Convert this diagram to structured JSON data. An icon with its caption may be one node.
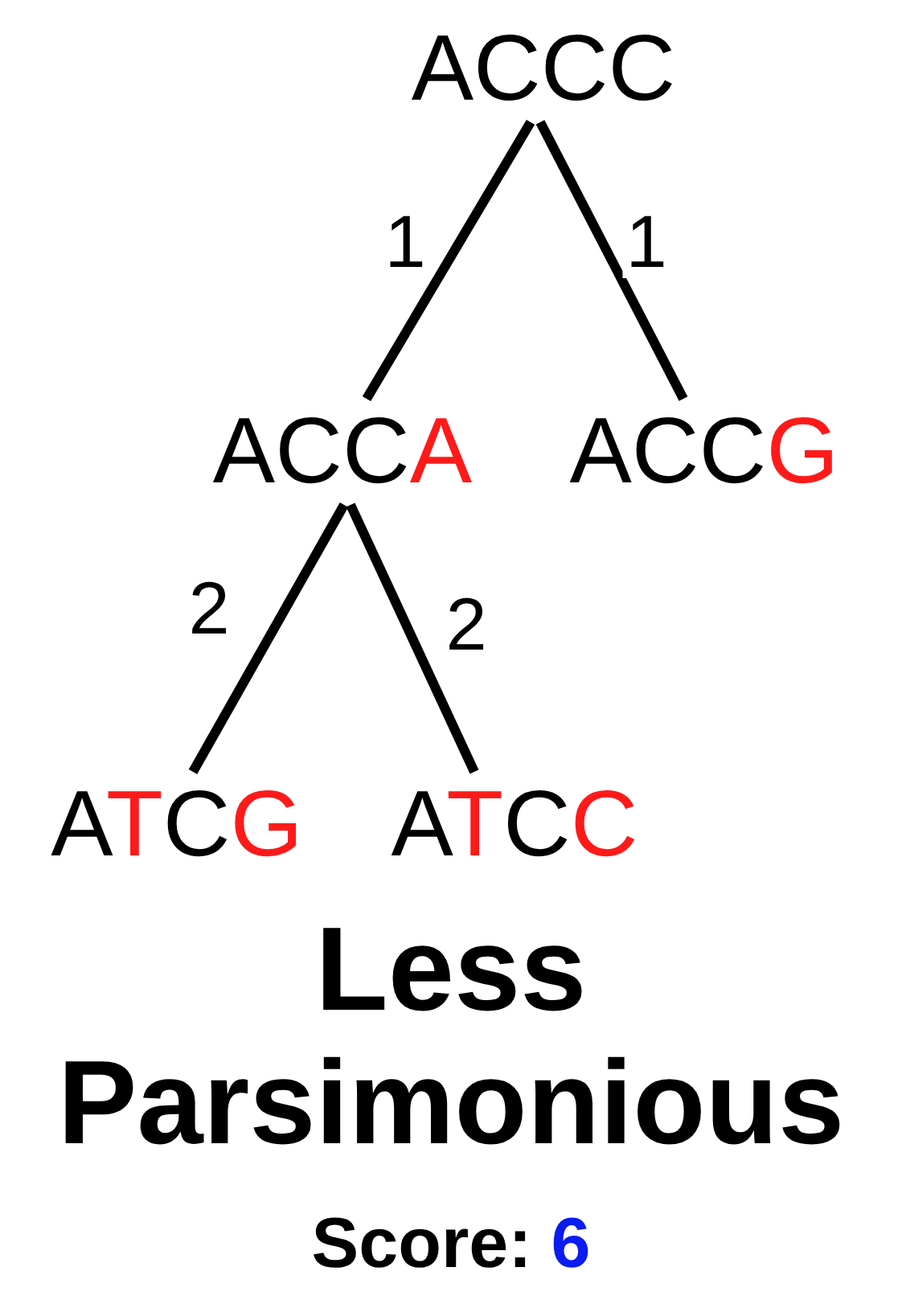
{
  "diagram": {
    "title": "Less Parsimonious",
    "nodes": [
      {
        "text": [
          "ACCC"
        ]
      },
      {
        "text": [
          "ACCA"
        ]
      },
      {
        "text": [
          "ACCG"
        ]
      },
      {
        "text": [
          "ATCG"
        ]
      },
      {
        "text": [
          "ATCC"
        ]
      }
    ],
    "edges": [
      {
        "from": 0,
        "to": 1,
        "arrow": "none",
        "label": "1"
      },
      {
        "from": 0,
        "to": 2,
        "arrow": "none",
        "label": "1"
      },
      {
        "from": 1,
        "to": 3,
        "arrow": "none",
        "label": "2"
      },
      {
        "from": 1,
        "to": 4,
        "arrow": "none",
        "label": "2"
      }
    ],
    "labels": [
      "Score:",
      "6"
    ]
  }
}
